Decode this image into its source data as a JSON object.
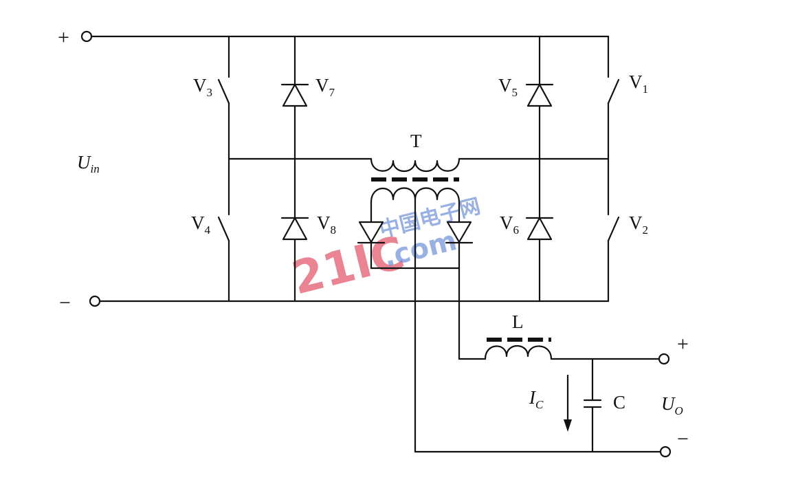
{
  "labels": {
    "v1": "V",
    "v1_sub": "1",
    "v2": "V",
    "v2_sub": "2",
    "v3": "V",
    "v3_sub": "3",
    "v4": "V",
    "v4_sub": "4",
    "v5": "V",
    "v5_sub": "5",
    "v6": "V",
    "v6_sub": "6",
    "v7": "V",
    "v7_sub": "7",
    "v8": "V",
    "v8_sub": "8",
    "transformer": "T",
    "inductor": "L",
    "capacitor": "C",
    "uin": "U",
    "uin_sub": "in",
    "ic": "I",
    "ic_sub": "C",
    "uo": "U",
    "uo_sub": "O",
    "in_plus": "+",
    "in_minus": "−",
    "out_plus": "+",
    "out_minus": "−"
  },
  "watermark": {
    "number": "21IC",
    "cn": "中国电子网",
    "domain": ".com"
  }
}
